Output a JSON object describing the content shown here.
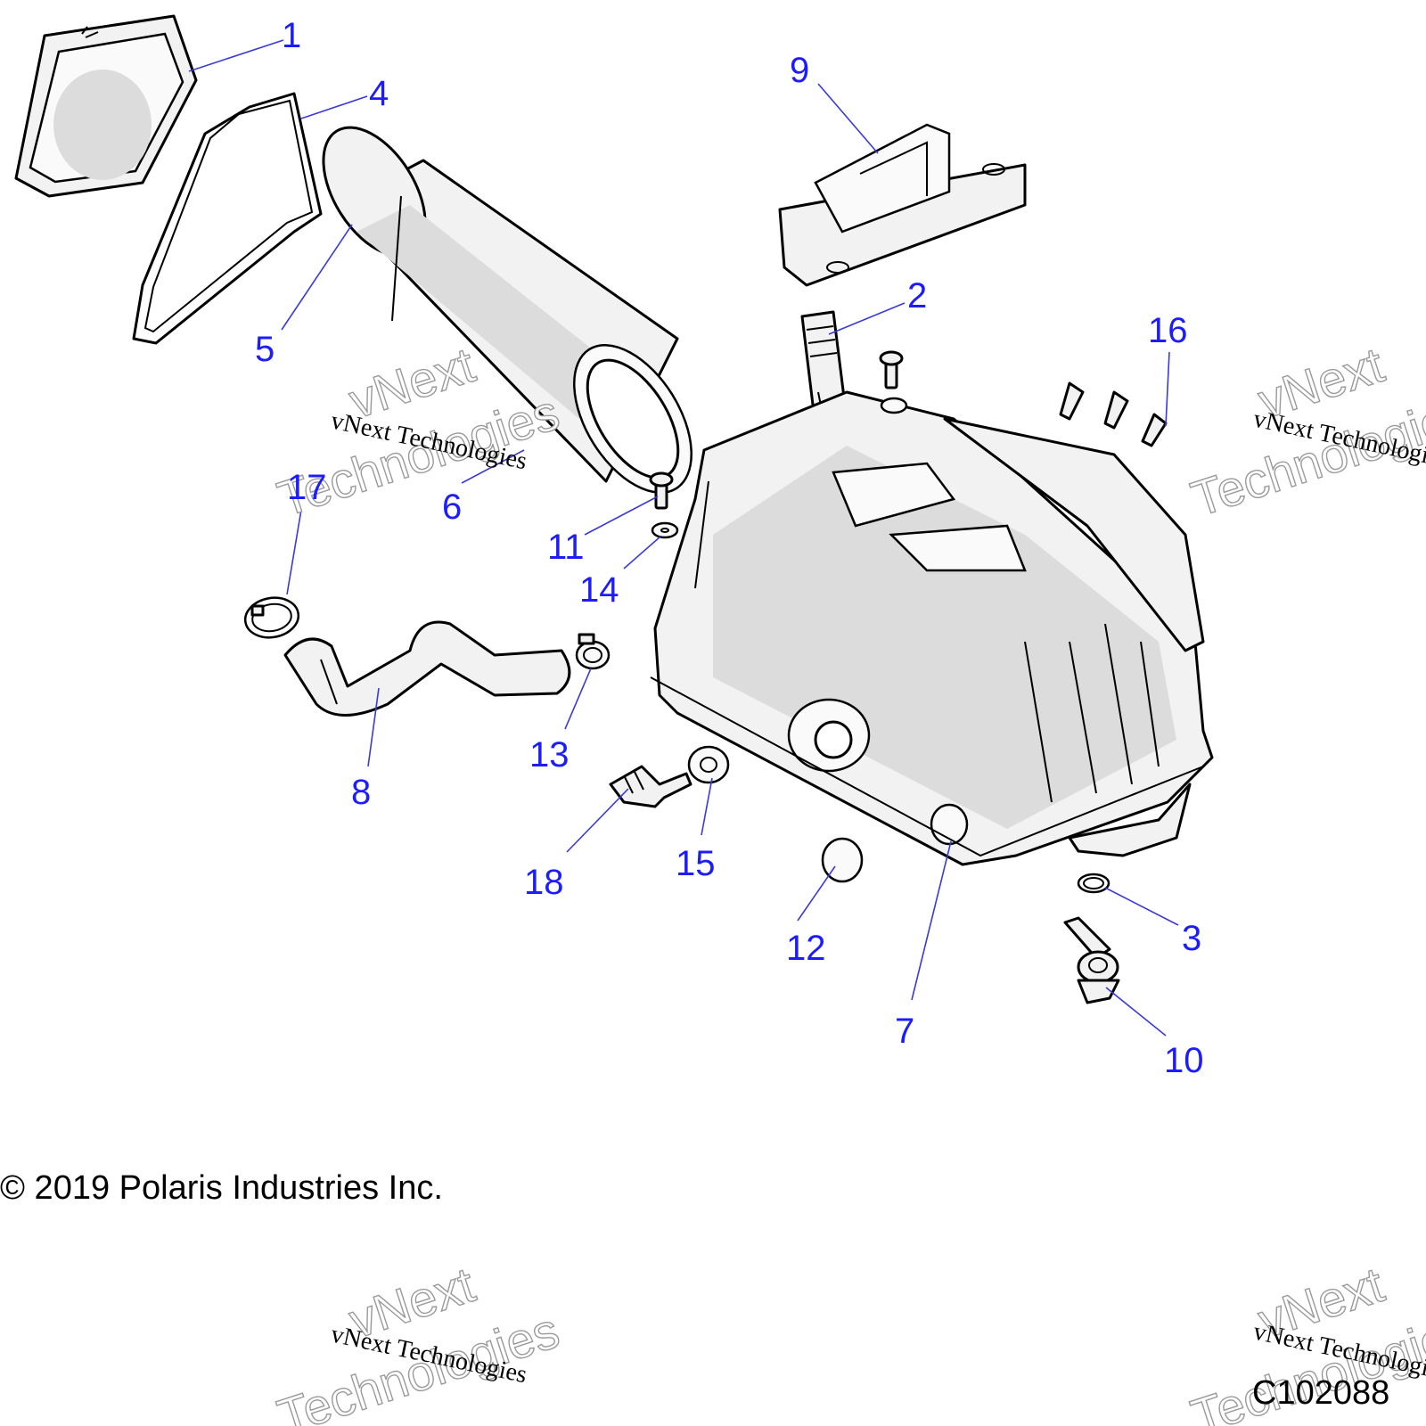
{
  "callouts": [
    {
      "id": "1",
      "label": "1"
    },
    {
      "id": "2",
      "label": "2"
    },
    {
      "id": "3",
      "label": "3"
    },
    {
      "id": "4",
      "label": "4"
    },
    {
      "id": "5",
      "label": "5"
    },
    {
      "id": "6",
      "label": "6"
    },
    {
      "id": "7",
      "label": "7"
    },
    {
      "id": "8",
      "label": "8"
    },
    {
      "id": "9",
      "label": "9"
    },
    {
      "id": "10",
      "label": "10"
    },
    {
      "id": "11",
      "label": "11"
    },
    {
      "id": "12",
      "label": "12"
    },
    {
      "id": "13",
      "label": "13"
    },
    {
      "id": "14",
      "label": "14"
    },
    {
      "id": "15",
      "label": "15"
    },
    {
      "id": "16",
      "label": "16"
    },
    {
      "id": "17",
      "label": "17"
    },
    {
      "id": "18",
      "label": "18"
    }
  ],
  "watermark": {
    "small": "vNext Technologies",
    "big_line1": "vNext",
    "big_line2": "Technologies"
  },
  "footer": {
    "copyright": "© 2019 Polaris Industries Inc.",
    "diagram_code": "C102088"
  },
  "colors": {
    "callout": "#1c1cff",
    "leader": "#3a3ad8",
    "part_fill": "#f2f2f2"
  }
}
